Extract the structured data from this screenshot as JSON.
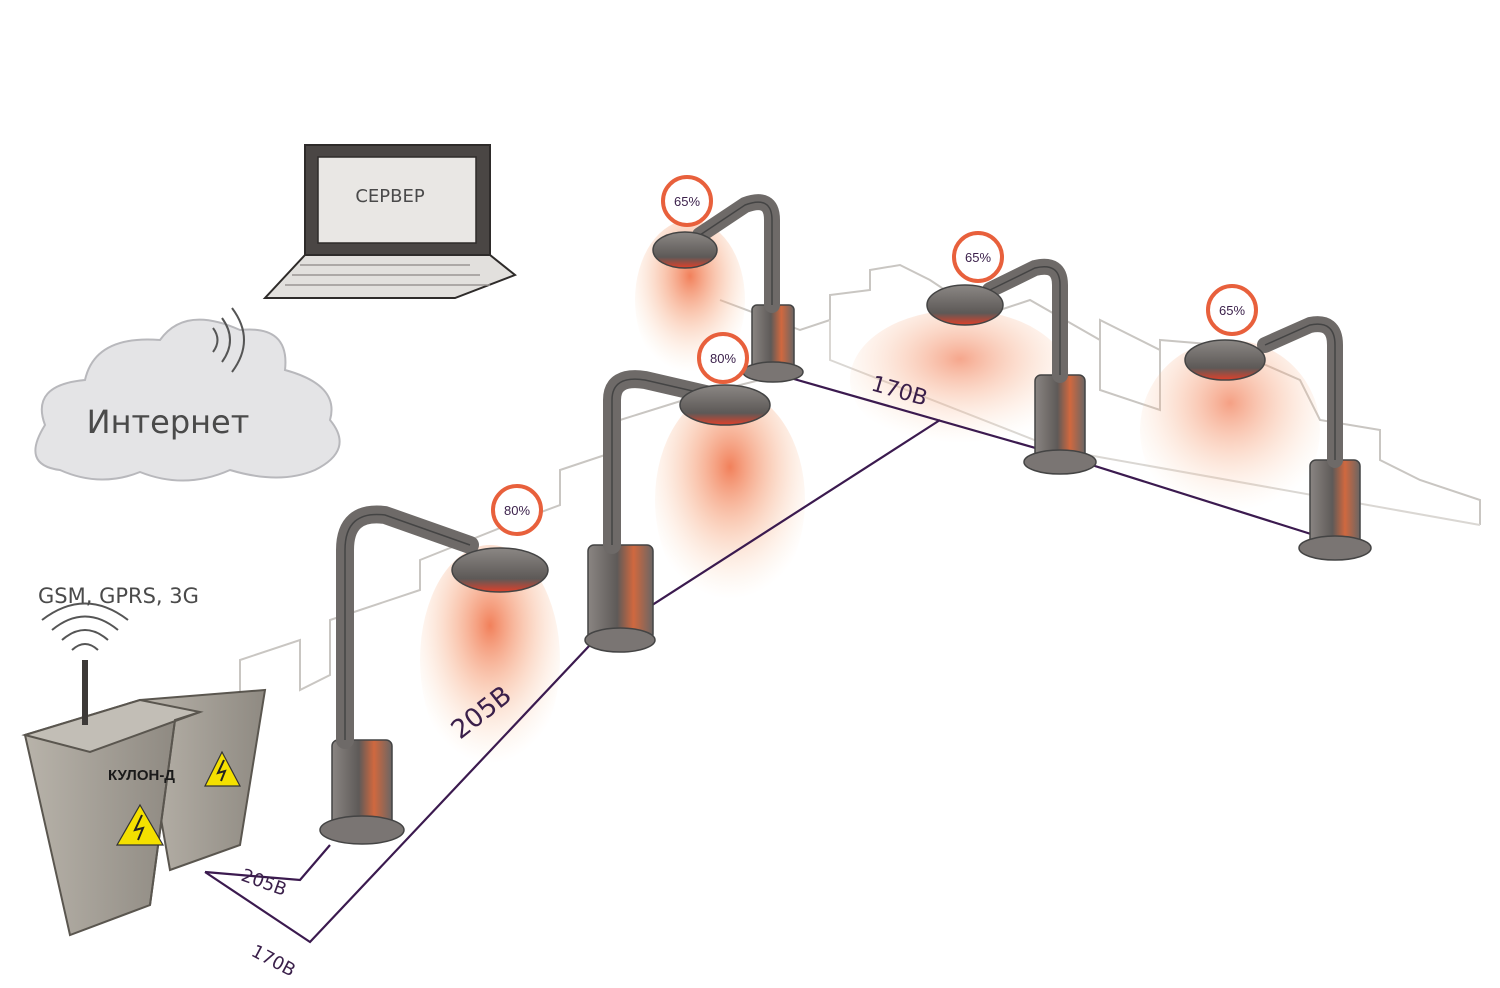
{
  "server": {
    "label": "СЕРВЕР"
  },
  "internet": {
    "label": "Интернет"
  },
  "cabinet": {
    "label": "КУЛОН-Д",
    "wireless_label": "GSM, GPRS, 3G"
  },
  "wires": {
    "short_voltage": "205В",
    "long_voltage": "170В",
    "line_a_voltage": "205В",
    "line_b_voltage": "170В"
  },
  "lamps": [
    {
      "level": "80%"
    },
    {
      "level": "80%"
    },
    {
      "level": "65%"
    },
    {
      "level": "65%"
    },
    {
      "level": "65%"
    }
  ],
  "colors": {
    "wire": "#3b1a4f",
    "badge_ring": "#e8603c",
    "glow": "#f6a27a",
    "pole": "#6e6a68",
    "cabinet": "#a9a49b",
    "hazard": "#f4e000"
  }
}
